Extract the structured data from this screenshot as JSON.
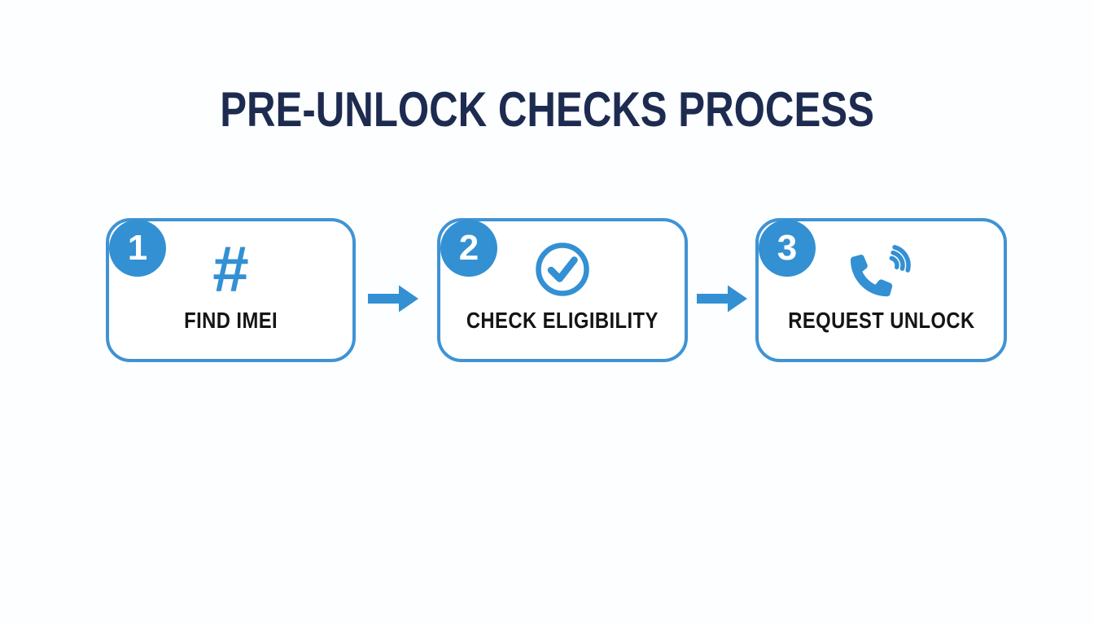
{
  "title": "PRE-UNLOCK CHECKS PROCESS",
  "colors": {
    "accent_blue": "#3390d3",
    "box_border_blue": "#3f93d4",
    "title_navy": "#1e2b50",
    "label_black": "#151515",
    "background": "#fdfeff",
    "badge_text": "#ffffff"
  },
  "steps": [
    {
      "number": "1",
      "label": "FIND IMEI",
      "icon": "hash-icon",
      "glyph": "#"
    },
    {
      "number": "2",
      "label": "CHECK ELIGIBILITY",
      "icon": "check-circle-icon"
    },
    {
      "number": "3",
      "label": "REQUEST UNLOCK",
      "icon": "phone-volume-icon"
    }
  ],
  "connectors": [
    {
      "icon": "arrow-right-icon"
    },
    {
      "icon": "arrow-right-icon"
    }
  ]
}
